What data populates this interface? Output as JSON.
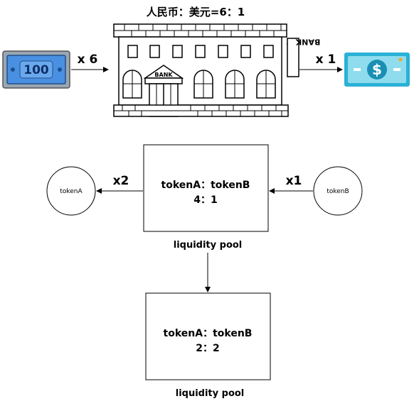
{
  "top": {
    "rate_text": "人民币：美元=6：1",
    "left_multiplier": "x 6",
    "right_multiplier": "x 1",
    "yuan_note_value": "100",
    "bank_sign_vertical": "BANK",
    "bank_sign_front": "BANK",
    "dollar_symbol": "$"
  },
  "pool1": {
    "pair": "tokenA：tokenB",
    "ratio": "4：1",
    "label": "liquidity pool"
  },
  "pool2": {
    "pair": "tokenA：tokenB",
    "ratio": "2：2",
    "label": "liquidity pool"
  },
  "tokens": {
    "a": "tokenA",
    "b": "tokenB"
  },
  "flow": {
    "out_multiplier": "x2",
    "in_multiplier": "x1"
  },
  "colors": {
    "yuan_note": "#4a90e2",
    "dollar_note": "#2ab1d6",
    "line": "#000000"
  }
}
